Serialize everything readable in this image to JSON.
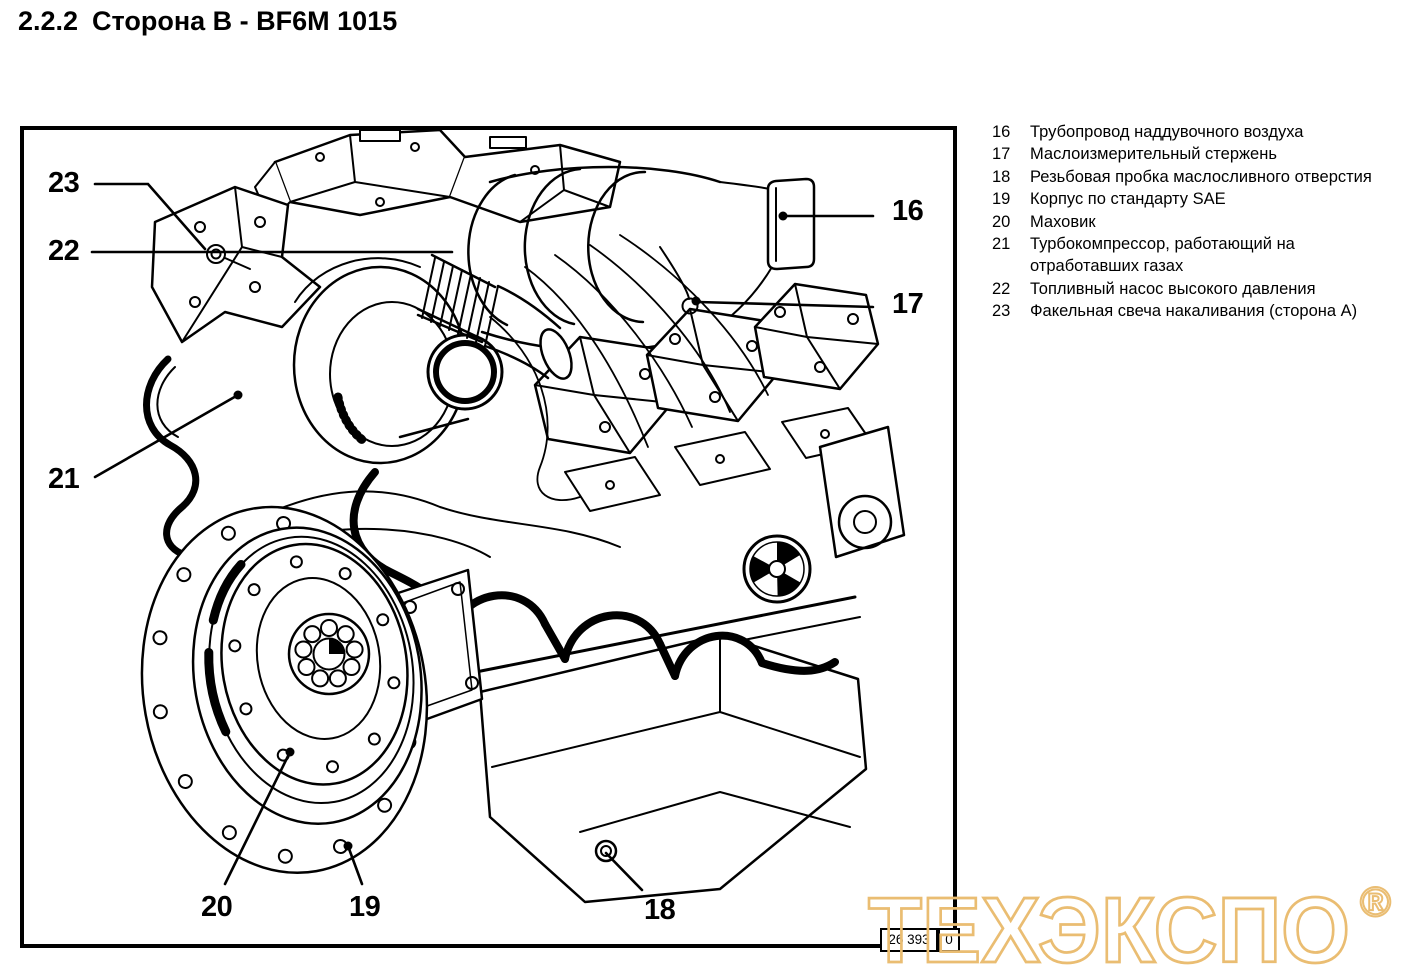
{
  "page_title": {
    "number": "2.2.2",
    "text": "Сторона B - BF6M 1015"
  },
  "figure": {
    "drawing_number": "26 393",
    "drawing_revision": "0",
    "callouts": [
      {
        "label": "16"
      },
      {
        "label": "17"
      },
      {
        "label": "18"
      },
      {
        "label": "19"
      },
      {
        "label": "20"
      },
      {
        "label": "21"
      },
      {
        "label": "22"
      },
      {
        "label": "23"
      }
    ]
  },
  "legend": {
    "items": [
      {
        "num": "16",
        "text": "Трубопровод наддувочного воздуха"
      },
      {
        "num": "17",
        "text": "Маслоизмерительный стержень"
      },
      {
        "num": "18",
        "text": "Резьбовая пробка маслосливного отверстия"
      },
      {
        "num": "19",
        "text": "Корпус по стандарту SAE"
      },
      {
        "num": "20",
        "text": "Маховик"
      },
      {
        "num": "21",
        "text": "Турбокомпрессор, работающий на\nотработавших газах"
      },
      {
        "num": "22",
        "text": "Топливный насос высокого давления"
      },
      {
        "num": "23",
        "text": "Факельная свеча накаливания (сторона А)"
      }
    ]
  },
  "watermark": {
    "text": "ТЕХЭКСПО",
    "reg_mark": "®",
    "color": "#eabd72"
  }
}
